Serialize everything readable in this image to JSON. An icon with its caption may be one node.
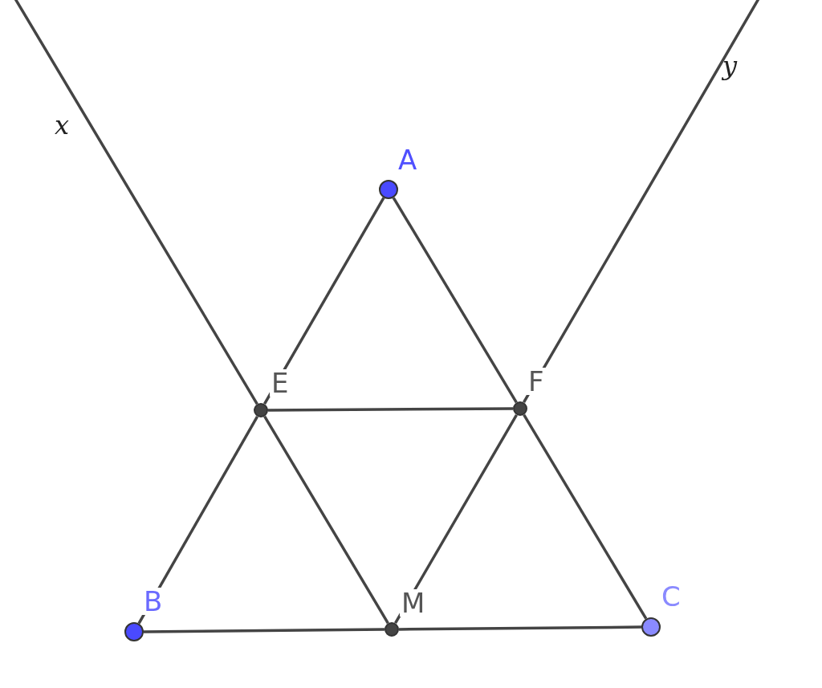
{
  "diagram": {
    "nodes": [
      {
        "text": [],
        "shape": "circle",
        "beside": [
          "A"
        ]
      },
      {
        "text": [],
        "shape": "circle",
        "beside": [
          "E"
        ]
      },
      {
        "text": [],
        "shape": "circle",
        "beside": [
          "F"
        ]
      },
      {
        "text": [],
        "shape": "circle",
        "beside": [
          "B"
        ]
      },
      {
        "text": [],
        "shape": "circle",
        "beside": [
          "M"
        ]
      },
      {
        "text": [],
        "shape": "circle",
        "beside": [
          "C"
        ]
      }
    ],
    "edges": [
      {
        "from": 1,
        "to": 0,
        "arrow": "none"
      },
      {
        "from": 0,
        "to": 2,
        "arrow": "none"
      },
      {
        "from": 1,
        "to": 2,
        "arrow": "none"
      },
      {
        "from": 3,
        "to": 1,
        "arrow": "none"
      },
      {
        "from": 1,
        "to": 4,
        "arrow": "none"
      },
      {
        "from": 4,
        "to": 2,
        "arrow": "none"
      },
      {
        "from": 2,
        "to": 5,
        "arrow": "none"
      },
      {
        "from": 3,
        "to": 4,
        "arrow": "none"
      },
      {
        "from": 4,
        "to": 5,
        "arrow": "none"
      },
      {
        "from": 1,
        "to": null,
        "arrow": "none",
        "label": "x"
      },
      {
        "from": 2,
        "to": null,
        "arrow": "none",
        "label": "y"
      }
    ]
  }
}
